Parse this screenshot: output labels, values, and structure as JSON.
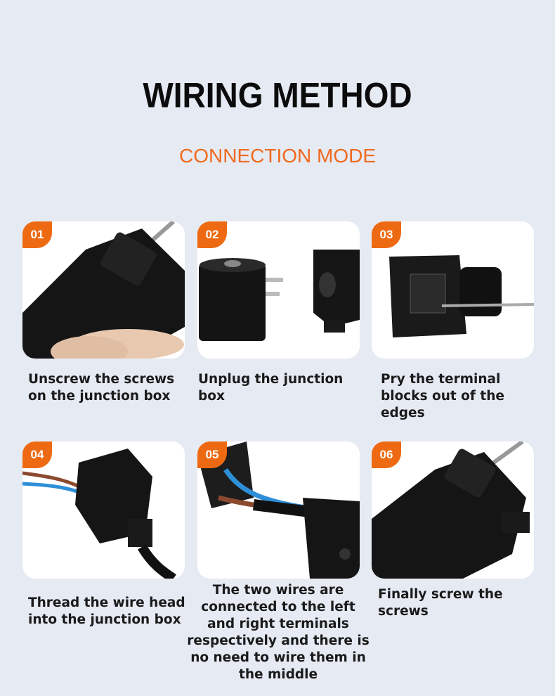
{
  "header": {
    "title": "WIRING METHOD",
    "subtitle": "CONNECTION MODE"
  },
  "accent_color": "#ee6a12",
  "steps": [
    {
      "number": "01",
      "caption": "Unscrew the screws on the junction box"
    },
    {
      "number": "02",
      "caption": "Unplug the junction box"
    },
    {
      "number": "03",
      "caption": "Pry the terminal blocks out of the edges"
    },
    {
      "number": "04",
      "caption": "Thread the wire head into the junction box"
    },
    {
      "number": "05",
      "caption": "The two wires are connected to the left and right terminals respectively and there is no need to wire them in the middle"
    },
    {
      "number": "06",
      "caption": "Finally screw the screws"
    }
  ]
}
